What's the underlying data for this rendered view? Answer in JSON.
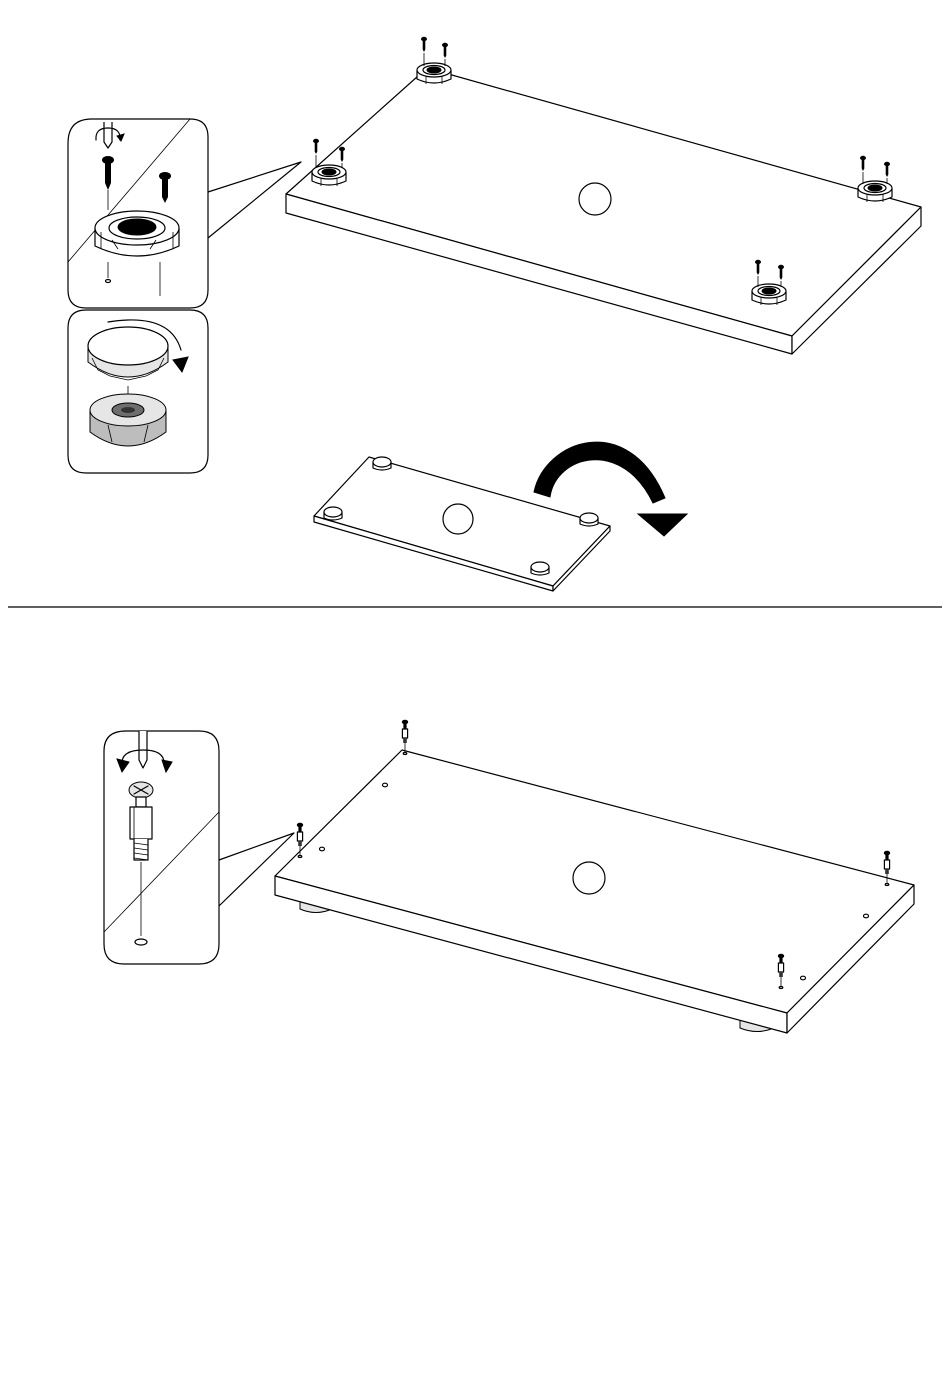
{
  "steps": [
    {
      "id": "step-1",
      "panel_label": "",
      "callouts": [
        "screw-foot-detail",
        "foot-cap-detail"
      ],
      "parts": [
        "adjustable-foot",
        "screw"
      ],
      "quantities": {
        "feet": 4,
        "screws_per_foot": 2
      }
    },
    {
      "id": "step-2",
      "panel_label": "",
      "callouts": [
        "cam-bolt-detail"
      ],
      "parts": [
        "cam-bolt"
      ],
      "quantities": {
        "cam_bolts": 4
      }
    }
  ],
  "icons": {
    "screwdriver": "screwdriver-icon",
    "rotate_arrow": "rotate-arrow-icon",
    "flip_arrow": "flip-arrow-icon"
  },
  "colors": {
    "ink": "#000000",
    "paper": "#ffffff",
    "shade_light": "#e6e6e6",
    "shade_mid": "#bdbdbd",
    "shade_dark": "#6e6e6e"
  }
}
